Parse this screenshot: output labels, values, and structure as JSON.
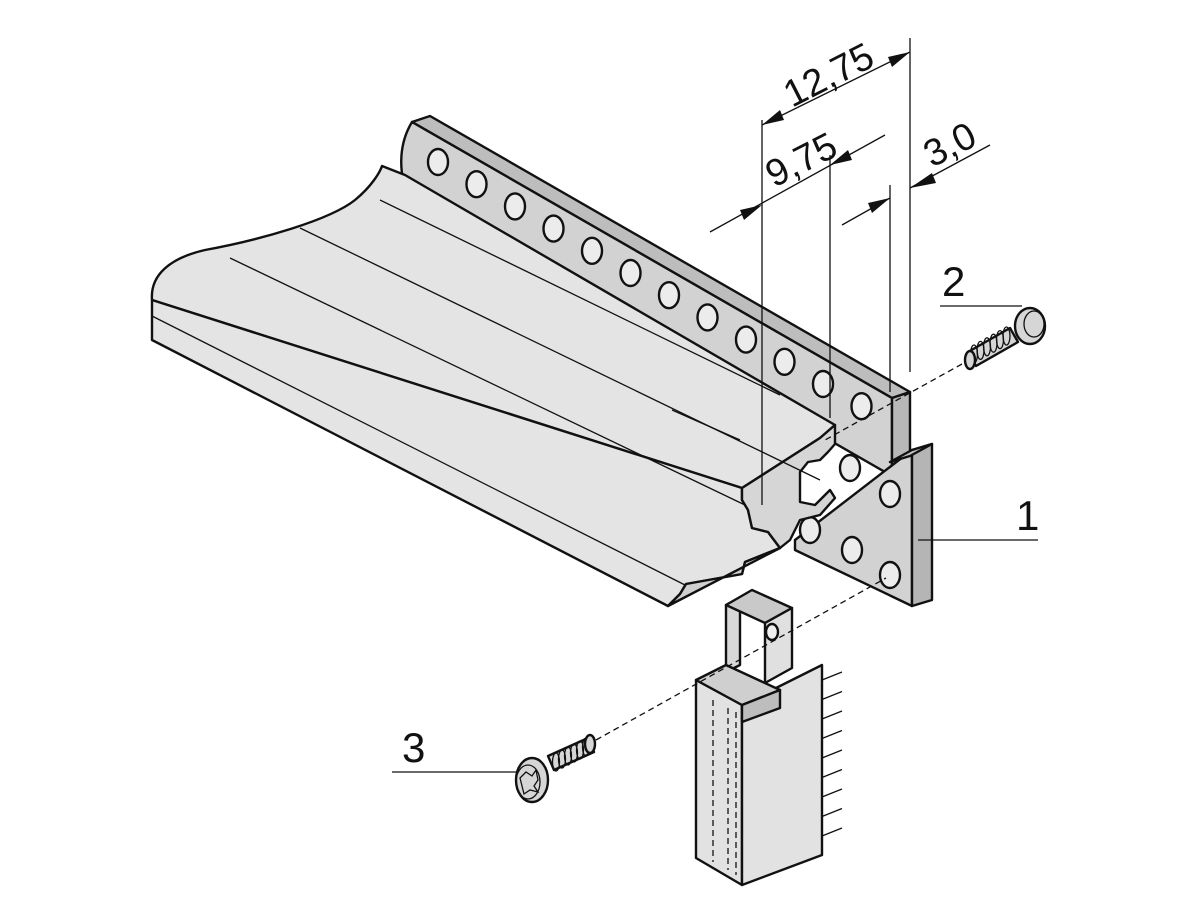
{
  "dimensions": [
    {
      "id": "dim-overall",
      "label": "12,75"
    },
    {
      "id": "dim-inner",
      "label": "9,75"
    },
    {
      "id": "dim-thickness",
      "label": "3,0"
    }
  ],
  "callouts": [
    {
      "id": "callout-1",
      "label": "1"
    },
    {
      "id": "callout-2",
      "label": "2"
    },
    {
      "id": "callout-3",
      "label": "3"
    }
  ],
  "colors": {
    "rail_face": "#e4e4e4",
    "rail_side": "#cfcfcf",
    "plate": "#d2d2d2",
    "hole": "#ececec",
    "profile": "#e2e2e2",
    "screw": "#d6d6d6",
    "line": "#111111"
  },
  "icons": [
    "screw-icon",
    "torx-screw-icon"
  ]
}
